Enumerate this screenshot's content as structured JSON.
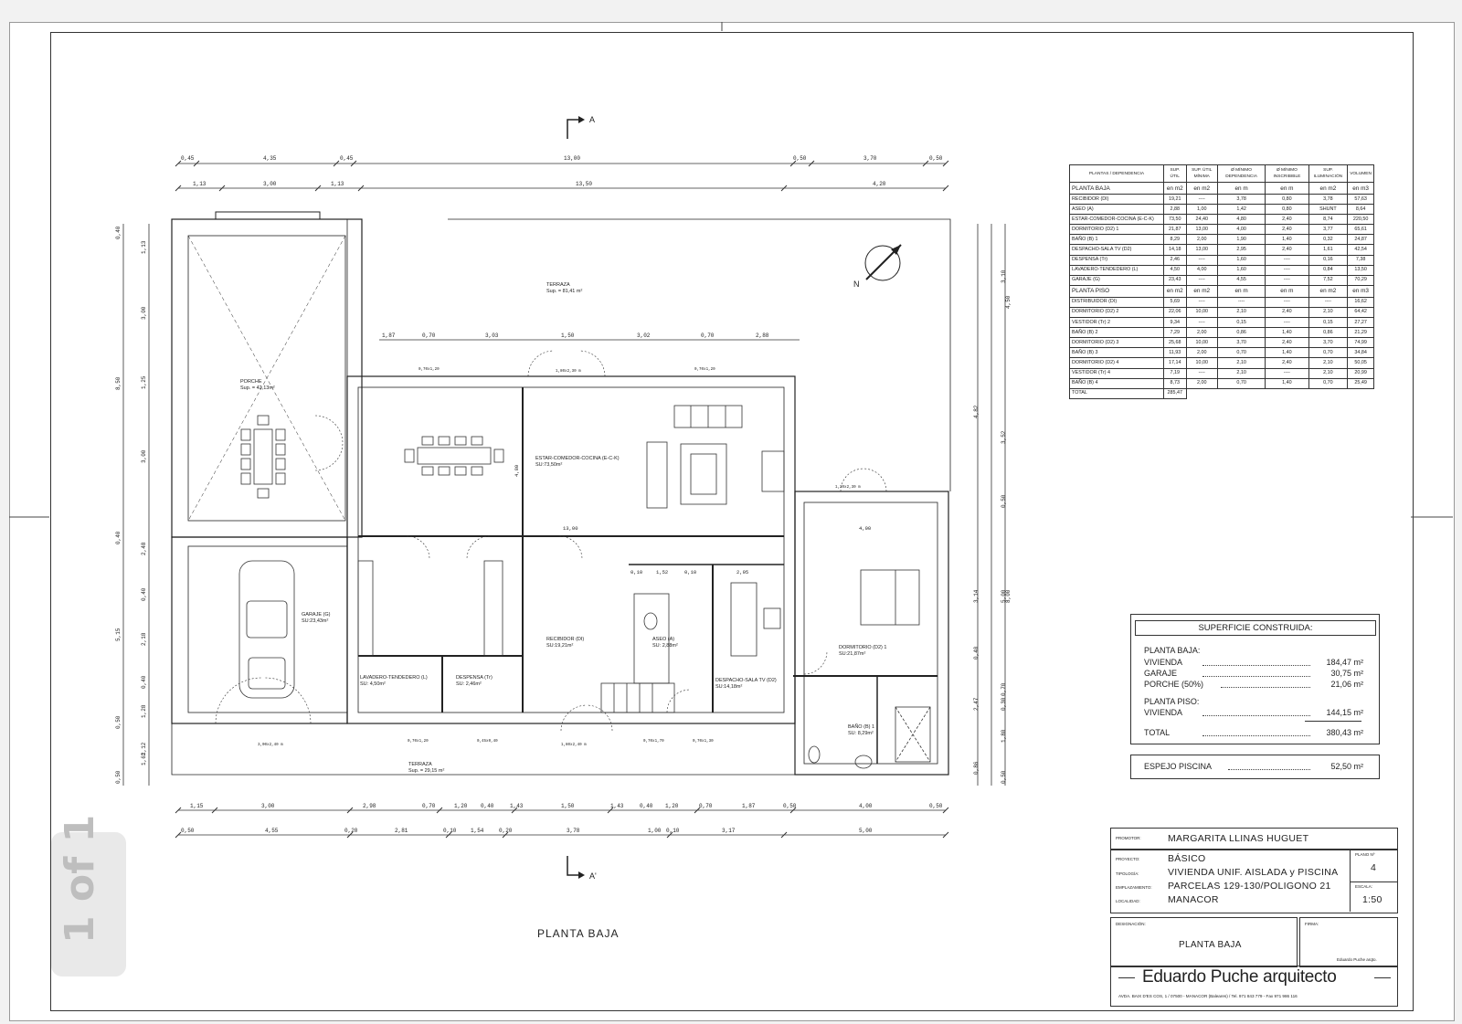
{
  "pager": {
    "label": "1 of 1"
  },
  "section_marks": {
    "top": "A",
    "bottom": "A'"
  },
  "north_label": "N",
  "drawing_title": "PLANTA BAJA",
  "dims_top_row1": [
    "0,45",
    "4,35",
    "0,45",
    "13,00",
    "0,50",
    "3,70",
    "0,50"
  ],
  "dims_top_row2": [
    "1,13",
    "3,00",
    "1,13",
    "13,50",
    "4,20"
  ],
  "dims_mid_row": [
    "1,87",
    "0,70",
    "3,03",
    "1,50",
    "3,02",
    "0,70",
    "2,88"
  ],
  "dims_bottom_row1": [
    "1,15",
    "3,00",
    "2,98",
    "0,70",
    "1,20",
    "0,40",
    "1,43",
    "1,50",
    "1,43",
    "0,40",
    "1,20",
    "0,70",
    "1,87",
    "0,50",
    "4,00",
    "0,50"
  ],
  "dims_bottom_row2": [
    "0,50",
    "4,55",
    "0,20",
    "2,81",
    "0,10",
    "1,54",
    "0,20",
    "3,78",
    "1,00",
    "0,10",
    "3,17",
    "5,00"
  ],
  "dims_left_col1": [
    "0,40",
    "8,50",
    "5,15",
    "0,50",
    "0,40",
    "0,50"
  ],
  "dims_left_col2": [
    "1,13",
    "3,00",
    "1,25",
    "3,00",
    "2,48",
    "0,40",
    "2,18",
    "0,40",
    "1,28",
    "1,12",
    "1,62"
  ],
  "dims_right_col1": [
    "4,82",
    "3,14",
    "2,47",
    "0,40",
    "0,86"
  ],
  "dims_right_col2": [
    "3,10",
    "3,52",
    "0,50",
    "5,00",
    "0,30",
    "0,70",
    "1,80",
    "0,50"
  ],
  "dims_right_col3": [
    "4,50",
    "8,00"
  ],
  "rooms": {
    "terraza_top": {
      "name": "TERRAZA",
      "area": "Sup. = 81,41 m²"
    },
    "porche": {
      "name": "PORCHE",
      "area": "Sup. = 42,13m²"
    },
    "estar": {
      "name": "ESTAR-COMEDOR-COCINA (E-C-K)",
      "area": "SU:73,50m²"
    },
    "garaje": {
      "name": "GARAJE (G)",
      "area": "SU:23,43m²"
    },
    "recibidor": {
      "name": "RECIBIDOR (DI)",
      "area": "SU:19,21m²"
    },
    "aseo": {
      "name": "ASEO (A)",
      "area": "SU: 2,88m²"
    },
    "despacho": {
      "name": "DESPACHO-SALA TV (D2)",
      "area": "SU:14,18m²"
    },
    "dormitorio": {
      "name": "DORMITORIO (D2) 1",
      "area": "SU:21,87m²"
    },
    "lavadero": {
      "name": "LAVADERO-TENDEDERO (L)",
      "area": "SU: 4,50m²"
    },
    "despensa": {
      "name": "DESPENSA (Tr)",
      "area": "SU: 2,46m²"
    },
    "bano": {
      "name": "BAÑO (B) 1",
      "area": "SU: 8,29m²"
    },
    "terraza_bottom": {
      "name": "TERRAZA",
      "area": "Sup. = 29,15 m²"
    }
  },
  "inner_dims": {
    "d13": "13,00",
    "d4": "4,00",
    "d480": "4,80",
    "d295": "2,95",
    "d010a": "0,10",
    "d152": "1,52",
    "d010b": "0,10"
  },
  "window_labels": [
    "0,70x1,20",
    "1,80x2,30 m",
    "0,70x1,20",
    "1,20x2,30 m",
    "0,70x1,20",
    "0,45x0,40",
    "1,80x2,40 m",
    "0,70x1,30",
    "3,00x2,40 m",
    "0,70x1,70"
  ],
  "schedule": {
    "headers": [
      "PLANTAS / DEPENDENCIA",
      "SUP. ÚTIL",
      "SUP. ÚTIL MÍNIMA",
      "Ø MÍNIMO DEPENDENCIA",
      "Ø MÍNIMO INSCRIBIBLE",
      "SUP. ILUMINACIÓN",
      "VOLUMEN"
    ],
    "baja_label": "PLANTA BAJA",
    "units": [
      "en m2",
      "en m2",
      "en m",
      "en m",
      "en m2",
      "en m3"
    ],
    "baja_rows": [
      [
        "RECIBIDOR (DI)",
        "19,21",
        "----",
        "3,78",
        "0,80",
        "3,78",
        "57,63"
      ],
      [
        "ASEO (A)",
        "2,88",
        "1,00",
        "1,42",
        "0,80",
        "SHUNT",
        "8,64"
      ],
      [
        "ESTAR-COMEDOR-COCINA (E-C-K)",
        "73,50",
        "24,40",
        "4,80",
        "2,40",
        "8,74",
        "220,50"
      ],
      [
        "DORMITORIO (D2) 1",
        "21,87",
        "13,00",
        "4,00",
        "2,40",
        "3,77",
        "65,61"
      ],
      [
        "BAÑO (B) 1",
        "8,29",
        "2,00",
        "1,90",
        "1,40",
        "0,32",
        "24,87"
      ],
      [
        "DESPACHO-SALA TV (D2)",
        "14,18",
        "13,00",
        "2,95",
        "2,40",
        "1,61",
        "42,54"
      ],
      [
        "DESPENSA (Tr)",
        "2,46",
        "----",
        "1,60",
        "----",
        "0,16",
        "7,38"
      ],
      [
        "LAVADERO-TENDEDERO (L)",
        "4,50",
        "4,00",
        "1,60",
        "----",
        "0,84",
        "13,50"
      ],
      [
        "GARAJE (G)",
        "23,43",
        "----",
        "4,55",
        "----",
        "7,52",
        "70,29"
      ]
    ],
    "piso_label": "PLANTA PISO",
    "piso_rows": [
      [
        "DISTRIBUIDOR (DI)",
        "5,69",
        "----",
        "----",
        "----",
        "----",
        "16,62"
      ],
      [
        "DORMITORIO (D2) 2",
        "22,06",
        "10,00",
        "2,10",
        "2,40",
        "2,10",
        "64,42"
      ],
      [
        "VESTIDOR (Tr) 2",
        "9,34",
        "----",
        "0,15",
        "----",
        "0,15",
        "27,27"
      ],
      [
        "BAÑO (B) 2",
        "7,29",
        "2,00",
        "0,86",
        "1,40",
        "0,86",
        "21,29"
      ],
      [
        "DORMITORIO (D2) 3",
        "25,68",
        "10,00",
        "3,70",
        "2,40",
        "3,70",
        "74,99"
      ],
      [
        "BAÑO (B) 3",
        "11,93",
        "2,00",
        "0,70",
        "1,40",
        "0,70",
        "34,84"
      ],
      [
        "DORMITORIO (D2) 4",
        "17,14",
        "10,00",
        "2,10",
        "2,40",
        "2,10",
        "50,05"
      ],
      [
        "VESTIDOR (Tr) 4",
        "7,19",
        "----",
        "2,10",
        "----",
        "2,10",
        "20,99"
      ],
      [
        "BAÑO (B) 4",
        "8,73",
        "2,00",
        "0,70",
        "1,40",
        "0,70",
        "25,49"
      ]
    ],
    "total_label": "TOTAL",
    "total_value": "285,47"
  },
  "superficie": {
    "title": "SUPERFICIE CONSTRUIDA:",
    "baja_label": "PLANTA BAJA:",
    "vivienda_label": "VIVIENDA",
    "vivienda_value": "184,47 m²",
    "garaje_label": "GARAJE",
    "garaje_value": "30,75 m²",
    "porche_label": "PORCHE (50%)",
    "porche_value": "21,06 m²",
    "piso_label": "PLANTA PISO:",
    "piso_vivienda_label": "VIVIENDA",
    "piso_vivienda_value": "144,15 m²",
    "total_label": "TOTAL",
    "total_value": "380,43 m²",
    "piscina_label": "ESPEJO PISCINA",
    "piscina_value": "52,50 m²"
  },
  "titleblock": {
    "promotor_label": "PROMOTOR:",
    "promotor": "MARGARITA LLINAS HUGUET",
    "proyecto_label": "PROYECTO:",
    "proyecto": "BÁSICO",
    "tipologia_label": "TIPOLOGÍA:",
    "tipologia": "VIVIENDA UNIF. AISLADA y PISCINA",
    "emplazamiento_label": "EMPLAZAMIENTO:",
    "emplazamiento": "PARCELAS 129-130/POLIGONO 21",
    "localidad_label": "LOCALIDAD:",
    "localidad": "MANACOR",
    "plano_label": "PLANO Nº",
    "plano": "4",
    "escala_label": "ESCALA:",
    "escala": "1:50",
    "designacion_label": "DESIGNACIÓN:",
    "designacion": "PLANTA BAJA",
    "firma_label": "FIRMA:",
    "firma": "Eduardo Puche arqto.",
    "architect": "Eduardo Puche arquitecto",
    "address": "AVDA. BAIX D'ES COS, 1 / 07500 - MANACOR (Baleares) / Tel. 971 843 779 - Fax 971 986 116"
  }
}
